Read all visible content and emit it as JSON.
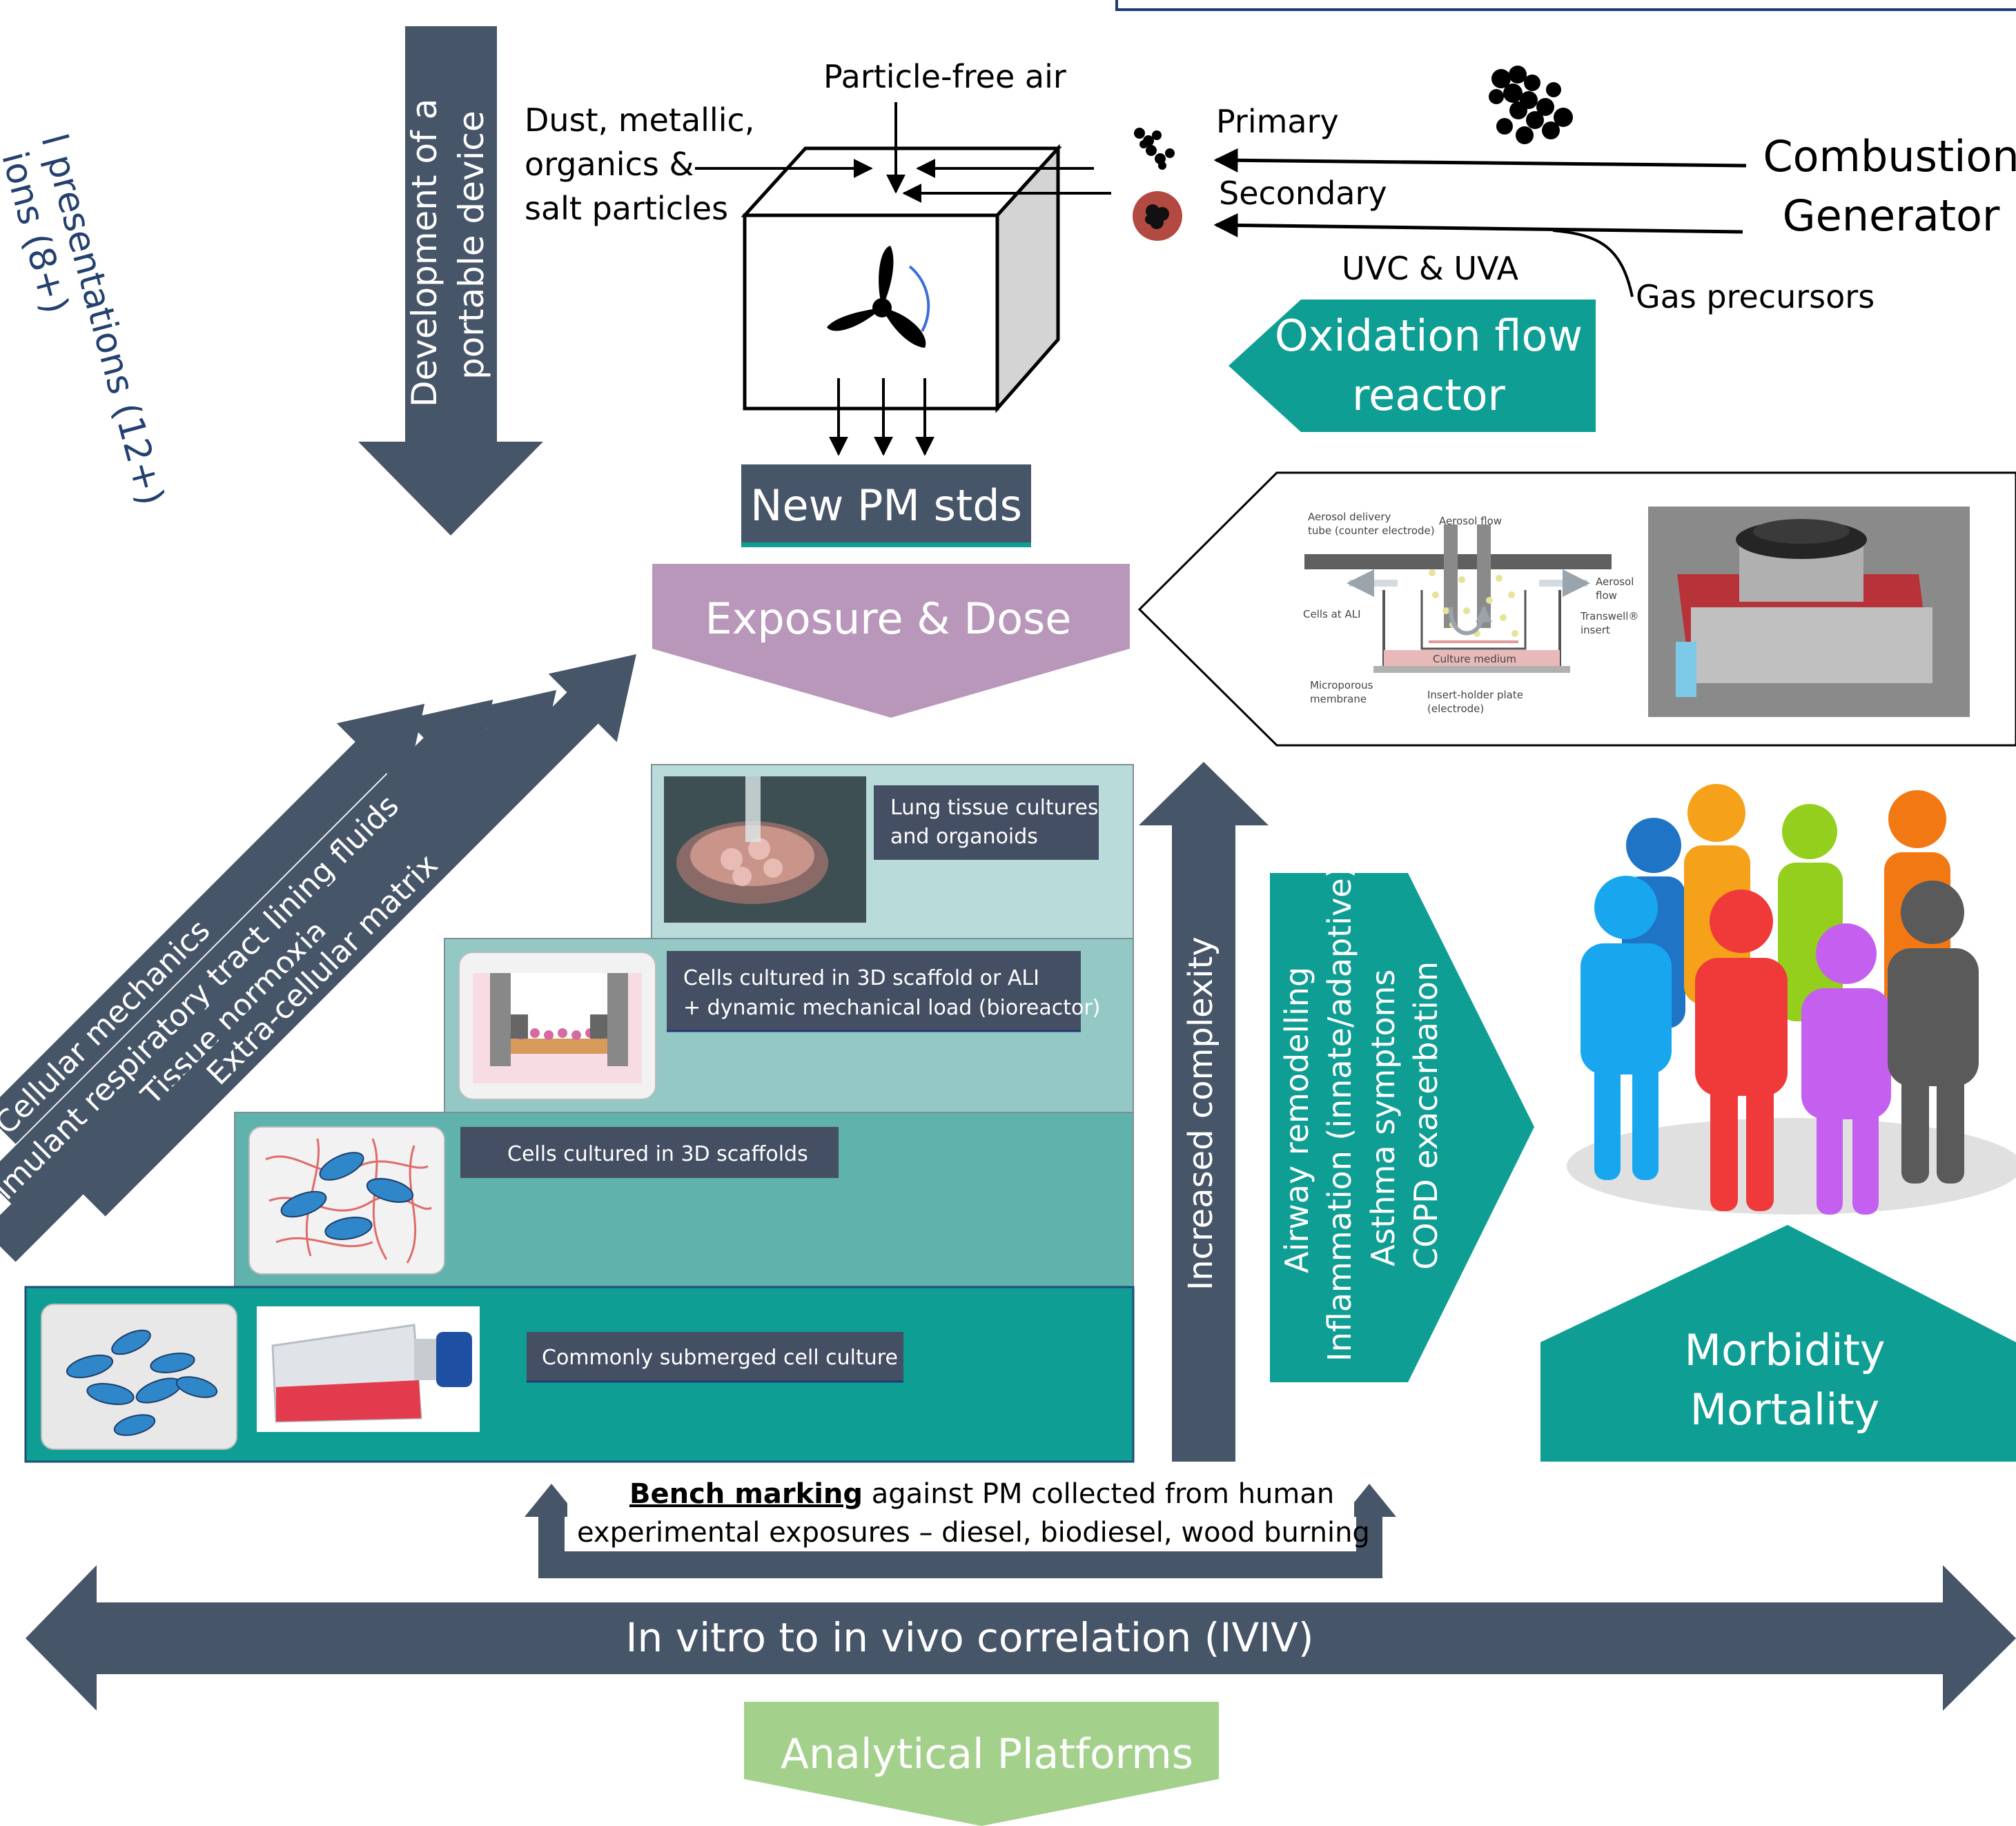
{
  "colors": {
    "slate": "#475569",
    "teal": "#0f9e94",
    "teal_mid": "#5fb3ac",
    "teal_light": "#94c8c4",
    "teal_pale": "#b9dcda",
    "mauve": "#b897bb",
    "green": "#a3d08b",
    "dark_label": "#444f63",
    "frame_blue": "#1f3b73"
  },
  "top_left": {
    "partial_line1": "l presentations (12+)",
    "partial_line2": "ions (8+)"
  },
  "device_arrow": {
    "line1": "Development of a",
    "line2": "portable device"
  },
  "generator": {
    "particle_free_air": "Particle-free air",
    "inputs": [
      "Dust, metallic,",
      "organics &",
      "salt particles"
    ],
    "primary": "Primary",
    "secondary": "Secondary",
    "combustion": [
      "Combustion",
      "Generator"
    ],
    "uv": "UVC & UVA",
    "gas_precursors": "Gas precursors",
    "oxidation": [
      "Oxidation flow",
      "reactor"
    ],
    "new_pm": "New PM stds"
  },
  "exposure": "Exposure & Dose",
  "insert_figure": {
    "labels": {
      "delivery_tube": [
        "Aerosol delivery",
        "tube (counter electrode)"
      ],
      "aerosol_flow": "Aerosol flow",
      "aerosol_flow_right": [
        "Aerosol",
        "flow"
      ],
      "cells_ali": "Cells at ALI",
      "transwell": [
        "Transwell®",
        "insert"
      ],
      "culture_medium": "Culture medium",
      "membrane": [
        "Microporous",
        "membrane"
      ],
      "plate": [
        "Insert-holder plate",
        "(electrode)"
      ]
    }
  },
  "diag_arrows": [
    "Cellular mechanics",
    "Simulant respiratory tract lining fluids",
    "Tissue normoxia",
    "Extra-cellular matrix"
  ],
  "steps": [
    {
      "label": [
        "Lung tissue cultures",
        "and organoids"
      ]
    },
    {
      "label": [
        "Cells cultured in 3D scaffold or ALI",
        "+ dynamic mechanical load (bioreactor)"
      ]
    },
    {
      "label": [
        "Cells cultured in 3D scaffolds"
      ]
    },
    {
      "label": [
        "Commonly submerged cell culture"
      ]
    }
  ],
  "complexity": "Increased complexity",
  "outcomes": [
    "Airway remodelling",
    "Inflammation (innate/adaptive)",
    "Asthma symptoms",
    "COPD exacerbation"
  ],
  "morbidity": [
    "Morbidity",
    "Mortality"
  ],
  "benchmark": {
    "bold": "Bench marking",
    "rest": " against PM collected from human",
    "line2": "experimental exposures – diesel, biodiesel, wood burning"
  },
  "iviv": "In vitro to in vivo correlation (IVIV)",
  "analytical": "Analytical Platforms"
}
